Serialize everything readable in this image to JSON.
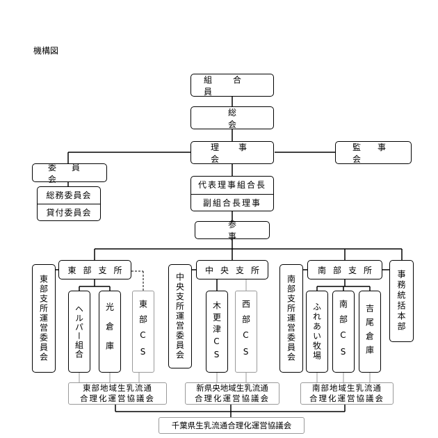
{
  "title": "機構図",
  "nodes": {
    "kumiaiin": "組合員",
    "sokai": "総会",
    "rijikai": "理事会",
    "kanjikai": "監事会",
    "iinkai": "委員会",
    "somu": "総務委員会",
    "kashitsuke": "貸付委員会",
    "daihyo": "代表理事組合長",
    "fuku": "副組合長理事",
    "sanji": "参事",
    "tobu_shisho": "東部支所",
    "chuo_shisho": "中央支所",
    "nanbu_shisho": "南部支所",
    "jimu": "事務統括本部",
    "tobu_iin": "東部支所運営委員会",
    "helper": "ヘルパー組合",
    "hikari": "光倉庫",
    "tobu_cs": "東部CS",
    "chuo_iin": "中央支所運営委員会",
    "kisarazu_cs": "木更津CS",
    "seibu_cs": "西部CS",
    "nanbu_iin": "南部支所運営委員会",
    "fureai": "ふれあい牧場",
    "nanbu_cs": "南部CS",
    "yoshio": "吉尾倉庫",
    "tobu_kyo_1": "東部地域生乳流通",
    "tobu_kyo_2": "合理化運営協議会",
    "shinken_kyo_1": "新県央地域生乳流通",
    "shinken_kyo_2": "合理化運営協議会",
    "nanbu_kyo_1": "南部地域生乳流通",
    "nanbu_kyo_2": "合理化運営協議会",
    "chiba_kyo": "千葉県生乳流通合理化運営協議会"
  }
}
